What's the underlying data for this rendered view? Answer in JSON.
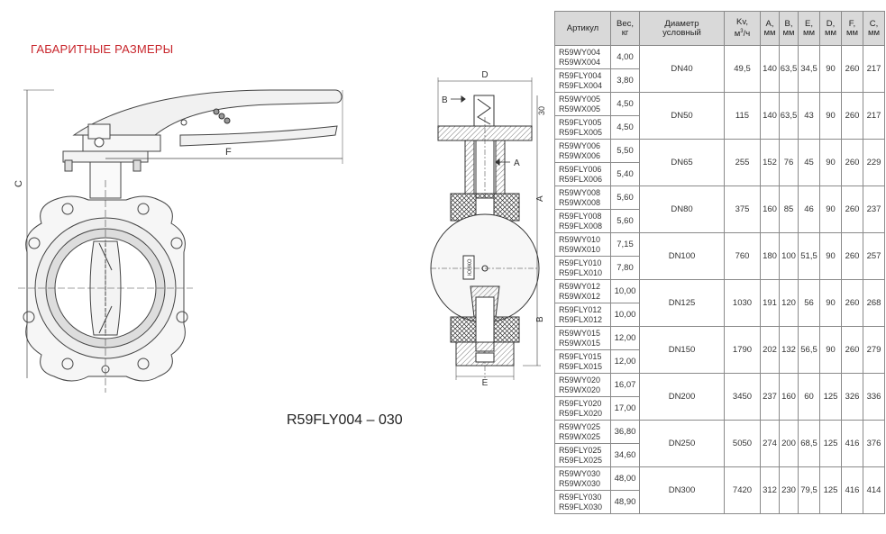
{
  "heading": "ГАБАРИТНЫЕ РАЗМЕРЫ",
  "model_label": "R59FLY004 – 030",
  "accent_color": "#c8262c",
  "drawing_labels": {
    "c": "C",
    "f": "F",
    "d": "D",
    "b_arrow": "B",
    "a_arrow": "A",
    "a": "A",
    "b": "B",
    "e": "E",
    "dim30": "30",
    "marking": "ЮНКО"
  },
  "table": {
    "headers": {
      "article": "Артикул",
      "weight": "Вес,",
      "weight_unit": "кг",
      "diameter": "Диаметр",
      "diameter_sub": "условный",
      "kv": "Kv,",
      "kv_unit_pre": "м",
      "kv_unit_sup": "3",
      "kv_unit_post": "/ч",
      "a": "A,",
      "b": "B,",
      "e": "E,",
      "d": "D,",
      "f": "F,",
      "c": "C,",
      "mm": "мм"
    },
    "rows": [
      {
        "art1": "R59WY004",
        "art2": "R59WX004",
        "art3": "R59FLY004",
        "art4": "R59FLX004",
        "w1": "4,00",
        "w2": "3,80",
        "dn": "DN40",
        "kv": "49,5",
        "a": "140",
        "b": "63,5",
        "e": "34,5",
        "d": "90",
        "f": "260",
        "c": "217"
      },
      {
        "art1": "R59WY005",
        "art2": "R59WX005",
        "art3": "R59FLY005",
        "art4": "R59FLX005",
        "w1": "4,50",
        "w2": "4,50",
        "dn": "DN50",
        "kv": "115",
        "a": "140",
        "b": "63,5",
        "e": "43",
        "d": "90",
        "f": "260",
        "c": "217"
      },
      {
        "art1": "R59WY006",
        "art2": "R59WX006",
        "art3": "R59FLY006",
        "art4": "R59FLX006",
        "w1": "5,50",
        "w2": "5,40",
        "dn": "DN65",
        "kv": "255",
        "a": "152",
        "b": "76",
        "e": "45",
        "d": "90",
        "f": "260",
        "c": "229"
      },
      {
        "art1": "R59WY008",
        "art2": "R59WX008",
        "art3": "R59FLY008",
        "art4": "R59FLX008",
        "w1": "5,60",
        "w2": "5,60",
        "dn": "DN80",
        "kv": "375",
        "a": "160",
        "b": "85",
        "e": "46",
        "d": "90",
        "f": "260",
        "c": "237"
      },
      {
        "art1": "R59WY010",
        "art2": "R59WX010",
        "art3": "R59FLY010",
        "art4": "R59FLX010",
        "w1": "7,15",
        "w2": "7,80",
        "dn": "DN100",
        "kv": "760",
        "a": "180",
        "b": "100",
        "e": "51,5",
        "d": "90",
        "f": "260",
        "c": "257"
      },
      {
        "art1": "R59WY012",
        "art2": "R59WX012",
        "art3": "R59FLY012",
        "art4": "R59FLX012",
        "w1": "10,00",
        "w2": "10,00",
        "dn": "DN125",
        "kv": "1030",
        "a": "191",
        "b": "120",
        "e": "56",
        "d": "90",
        "f": "260",
        "c": "268"
      },
      {
        "art1": "R59WY015",
        "art2": "R59WX015",
        "art3": "R59FLY015",
        "art4": "R59FLX015",
        "w1": "12,00",
        "w2": "12,00",
        "dn": "DN150",
        "kv": "1790",
        "a": "202",
        "b": "132",
        "e": "56,5",
        "d": "90",
        "f": "260",
        "c": "279"
      },
      {
        "art1": "R59WY020",
        "art2": "R59WX020",
        "art3": "R59FLY020",
        "art4": "R59FLX020",
        "w1": "16,07",
        "w2": "17,00",
        "dn": "DN200",
        "kv": "3450",
        "a": "237",
        "b": "160",
        "e": "60",
        "d": "125",
        "f": "326",
        "c": "336"
      },
      {
        "art1": "R59WY025",
        "art2": "R59WX025",
        "art3": "R59FLY025",
        "art4": "R59FLX025",
        "w1": "36,80",
        "w2": "34,60",
        "dn": "DN250",
        "kv": "5050",
        "a": "274",
        "b": "200",
        "e": "68,5",
        "d": "125",
        "f": "416",
        "c": "376"
      },
      {
        "art1": "R59WY030",
        "art2": "R59WX030",
        "art3": "R59FLY030",
        "art4": "R59FLX030",
        "w1": "48,00",
        "w2": "48,90",
        "dn": "DN300",
        "kv": "7420",
        "a": "312",
        "b": "230",
        "e": "79,5",
        "d": "125",
        "f": "416",
        "c": "414"
      }
    ]
  }
}
